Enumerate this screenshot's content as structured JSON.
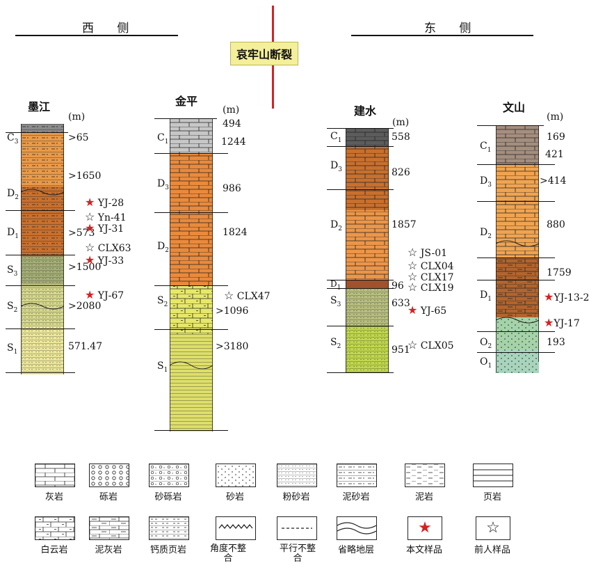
{
  "headers": {
    "west": "西 侧",
    "east": "东 侧",
    "fault": "哀牢山断裂"
  },
  "sections": {
    "mojiang": {
      "name": "墨江",
      "unit": "(m)"
    },
    "jinping": {
      "name": "金平",
      "unit": "(m)"
    },
    "jianshui": {
      "name": "建水",
      "unit": "(m)"
    },
    "wenshan": {
      "name": "文山",
      "unit": "(m)"
    }
  },
  "mojiang": {
    "strata": [
      "C",
      "D",
      "D",
      "S",
      "S",
      "S"
    ],
    "strata_sub": [
      "3",
      "2",
      "1",
      "3",
      "2",
      "1"
    ],
    "thick": [
      ">65",
      ">1650",
      ">573",
      ">1500",
      ">2080",
      "571.47"
    ],
    "samples": [
      "YJ-28",
      "Yn-41",
      "YJ-31",
      "CLX63",
      "YJ-33",
      "YJ-67"
    ]
  },
  "jinping": {
    "strata": [
      "C",
      "D",
      "D",
      "S",
      "S"
    ],
    "strata_sub": [
      "1",
      "3",
      "2",
      "2",
      "1"
    ],
    "thick": [
      "494",
      "1244",
      "986",
      "1824",
      ">1096",
      ">3180"
    ],
    "samples": [
      "CLX47"
    ]
  },
  "jianshui": {
    "strata": [
      "C",
      "D",
      "D",
      "D",
      "S",
      "S"
    ],
    "strata_sub": [
      "1",
      "3",
      "2",
      "1",
      "3",
      "2"
    ],
    "thick": [
      "558",
      "826",
      "1857",
      "96",
      "633",
      "951"
    ],
    "samples": [
      "JS-01",
      "CLX04",
      "CLX17",
      "CLX19",
      "YJ-65",
      "CLX05"
    ]
  },
  "wenshan": {
    "strata": [
      "C",
      "D",
      "D",
      "D",
      "O",
      "O"
    ],
    "strata_sub": [
      "1",
      "3",
      "2",
      "1",
      "2",
      "1"
    ],
    "thick": [
      "169",
      "421",
      ">414",
      "880",
      "1759",
      "193"
    ],
    "samples": [
      "YJ-13-2",
      "YJ-17"
    ]
  },
  "legend": [
    "灰岩",
    "砾岩",
    "砂砾岩",
    "砂岩",
    "粉砂岩",
    "泥砂岩",
    "泥岩",
    "页岩",
    "白云岩",
    "泥灰岩",
    "钙质页岩",
    "角度不整合",
    "平行不整合",
    "省略地层",
    "本文样品",
    "前人样品"
  ],
  "colors": {
    "fault": "#d42222",
    "star_red": "#d42222",
    "label_bg": "#f3ef9a",
    "orange": "#e99a48",
    "yellow": "#e4e67e",
    "gray": "#b9b9b9",
    "green": "#a7cf9a"
  }
}
